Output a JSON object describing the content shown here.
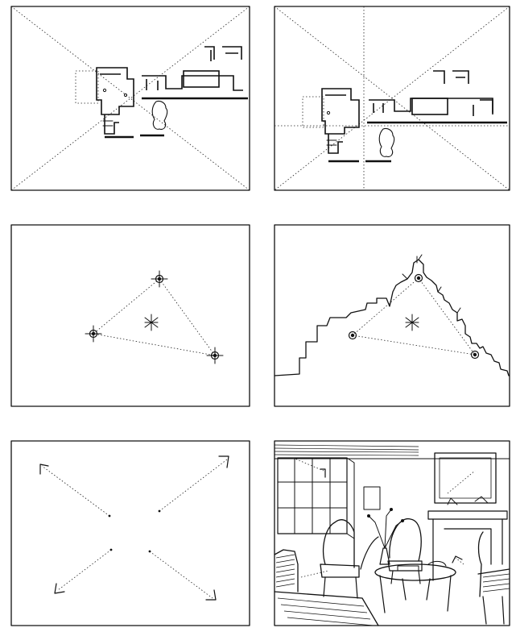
{
  "figure": {
    "panels": [
      {
        "id": "p1",
        "subject": "composition-diagonals"
      },
      {
        "id": "p2",
        "subject": "composition-halves-and-diagonals"
      },
      {
        "id": "p3",
        "subject": "triangle-focal-points"
      },
      {
        "id": "p4",
        "subject": "triangle-with-skyline"
      },
      {
        "id": "p5",
        "subject": "outward-arrows"
      },
      {
        "id": "p6",
        "subject": "interior-sketch"
      }
    ],
    "colors": {
      "ink": "#111111",
      "paper": "#ffffff"
    }
  }
}
